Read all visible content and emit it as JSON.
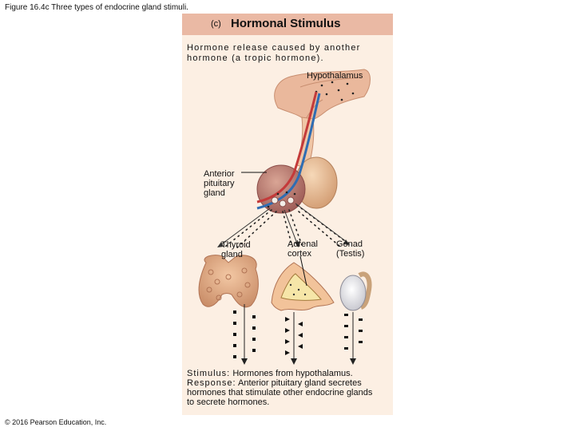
{
  "figure_caption": "Figure 16.4c Three types of endocrine gland stimuli.",
  "copyright": "© 2016 Pearson Education, Inc.",
  "panel": {
    "letter": "(c)",
    "title": "Hormonal Stimulus",
    "intro_line1": "Hormone release caused by another",
    "intro_line2": "hormone (a tropic hormone).",
    "background_color": "#fcefe3",
    "header_color": "#eab9a4"
  },
  "labels": {
    "hypothalamus": "Hypothalamus",
    "anterior_line1": "Anterior",
    "anterior_line2": "pituitary",
    "anterior_line3": "gland",
    "thyroid_line1": "Thyroid",
    "thyroid_line2": "gland",
    "adrenal_line1": "Adrenal",
    "adrenal_line2": "cortex",
    "gonad_line1": "Gonad",
    "gonad_line2": "(Testis)"
  },
  "footer": {
    "stimulus_key": "Stimulus:",
    "stimulus_text": "Hormones from hypothalamus.",
    "response_key": "Response:",
    "response_line1": "Anterior pituitary gland secretes",
    "response_line2": "hormones that stimulate other endocrine glands",
    "response_line3": "to secrete hormones."
  }
}
